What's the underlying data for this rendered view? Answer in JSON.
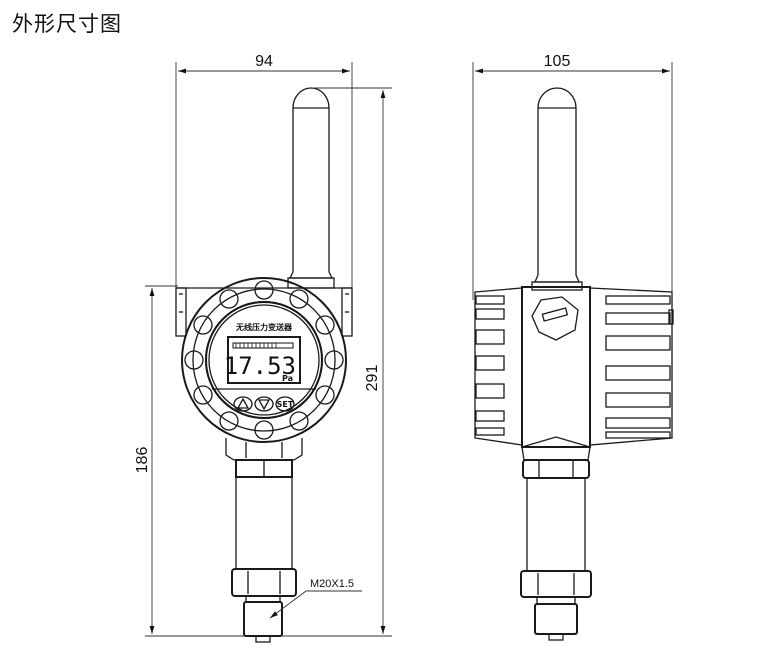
{
  "title": "外形尺寸图",
  "front_view": {
    "width_dim": "94",
    "height_body_dim": "186",
    "height_total_dim": "291",
    "device_label": "无线压力变送器",
    "lcd_value": "17.53",
    "lcd_unit": "Pa",
    "buttons": [
      "▲",
      "▼",
      "SET"
    ],
    "thread_callout": "M20X1.5"
  },
  "side_view": {
    "width_dim": "105"
  },
  "colors": {
    "line": "#1a1a1a",
    "background": "#ffffff"
  }
}
